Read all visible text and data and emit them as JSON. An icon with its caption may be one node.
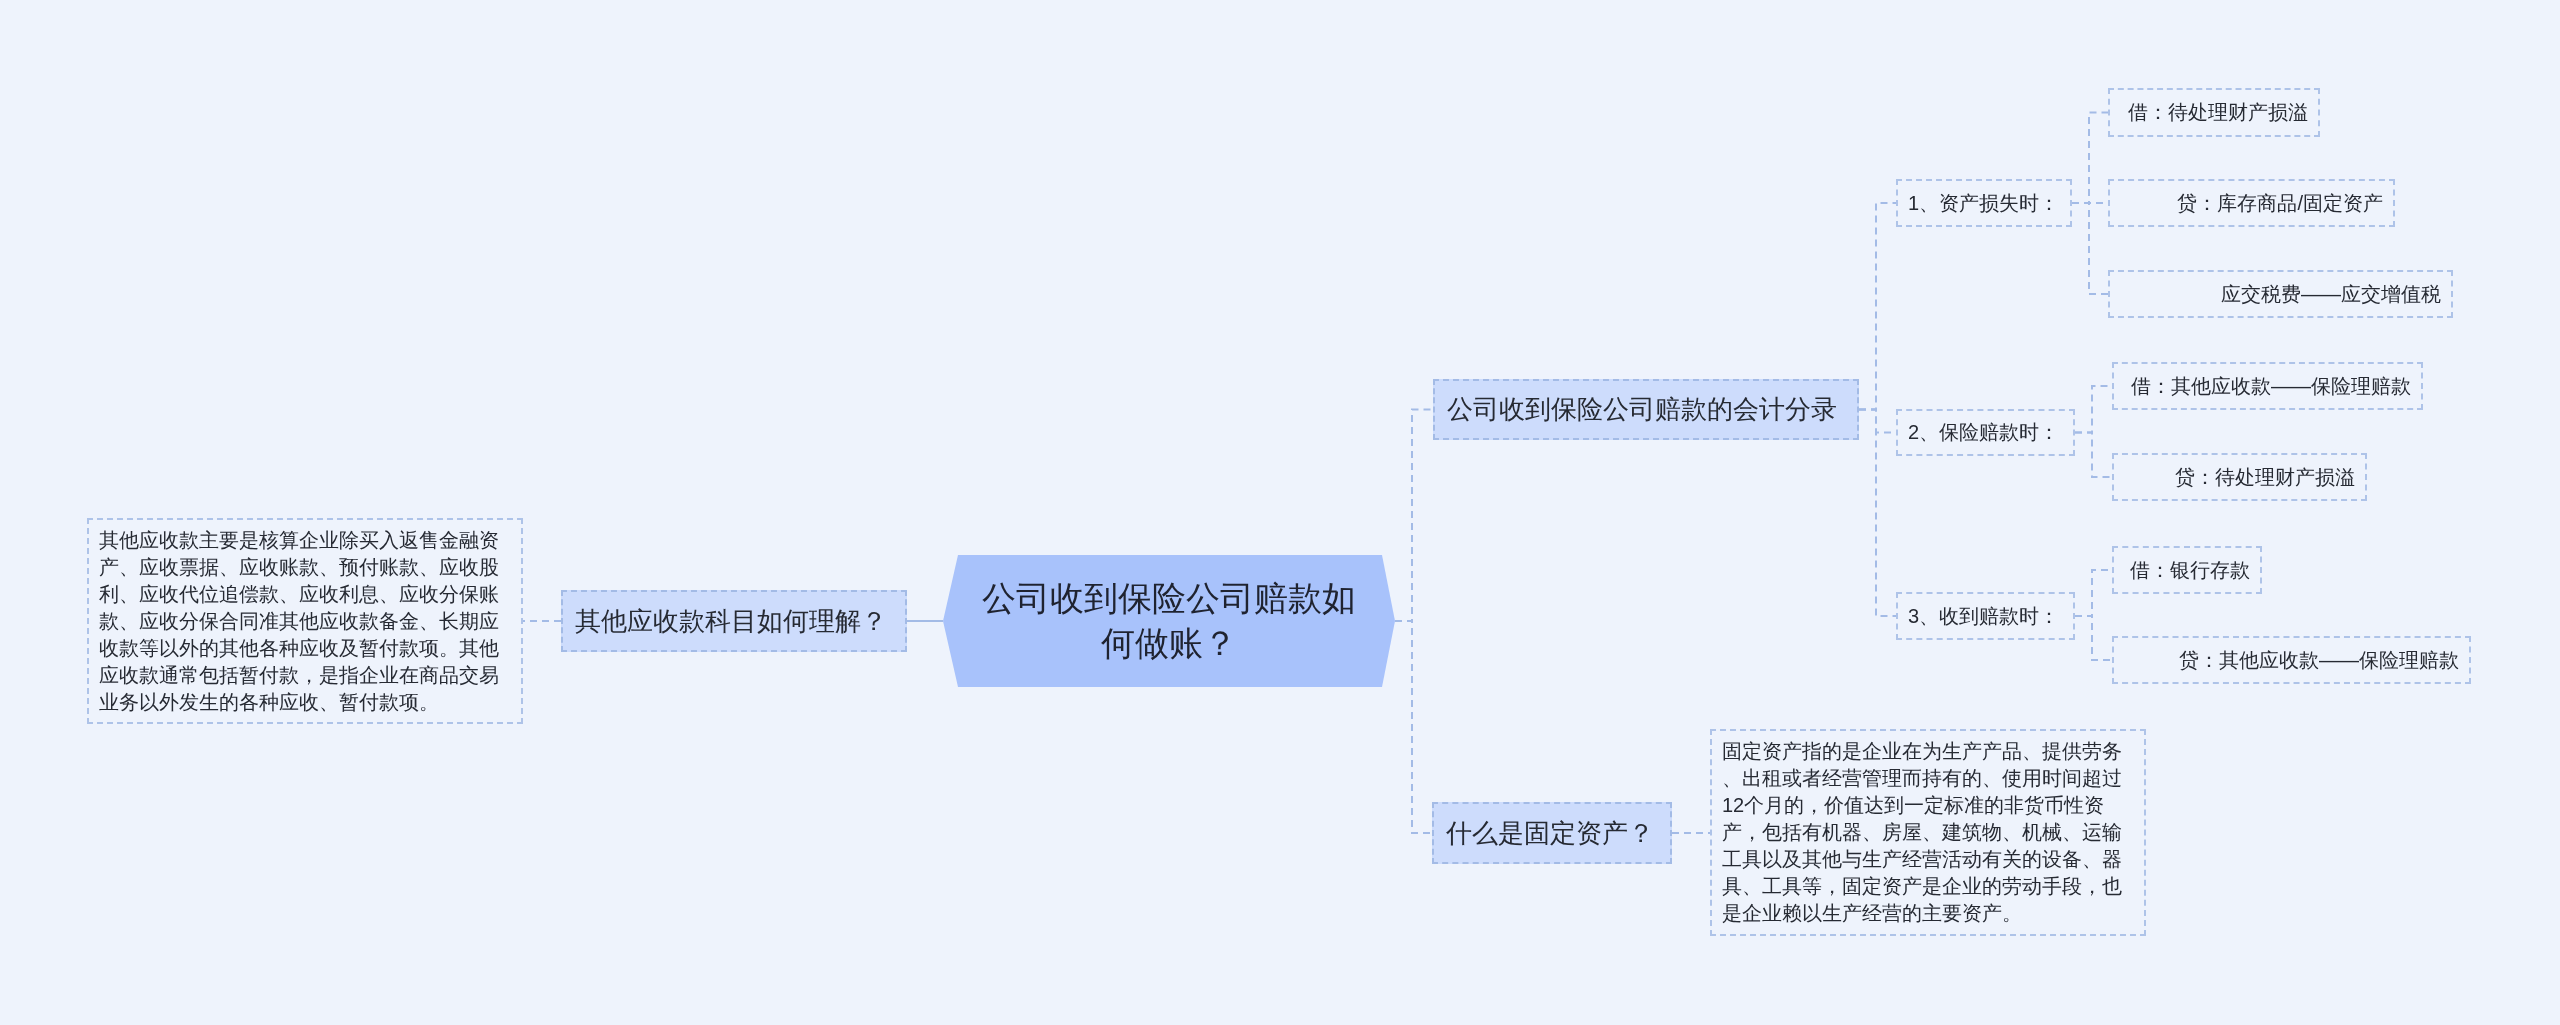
{
  "diagram": {
    "nodes": [
      {
        "text": [
          "公司收到保险公司赔款如何做账？"
        ]
      },
      {
        "text": [
          "其他应收款科目如何理解？"
        ]
      },
      {
        "text": [
          "其他应收款主要是核算企业除买入返售金融资产、应收票据、应收账款、预付账款、应收股利、应收代位追偿款、应收利息、应收分保账款、应收分保合同准其他应收款备金、长期应收款等以外的其他各种应收及暂付款项。其他应收款通常包括暂付款，是指企业在商品交易业务以外发生的各种应收、暂付款项。"
        ]
      },
      {
        "text": [
          "公司收到保险公司赔款的会计分录"
        ]
      },
      {
        "text": [
          "1、资产损失时："
        ]
      },
      {
        "text": [
          "借：待处理财产损溢"
        ]
      },
      {
        "text": [
          "贷：库存商品/固定资产"
        ]
      },
      {
        "text": [
          "应交税费——应交增值税"
        ]
      },
      {
        "text": [
          "2、保险赔款时："
        ]
      },
      {
        "text": [
          "借：其他应收款——保险理赔款"
        ]
      },
      {
        "text": [
          "贷：待处理财产损溢"
        ]
      },
      {
        "text": [
          "3、收到赔款时："
        ]
      },
      {
        "text": [
          "借：银行存款"
        ]
      },
      {
        "text": [
          "贷：其他应收款——保险理赔款"
        ]
      },
      {
        "text": [
          "什么是固定资产？"
        ]
      },
      {
        "text": [
          "固定资产指的是企业在为生产产品、提供劳务、出租或者经营管理而持有的、使用时间超过12个月的，价值达到一定标准的非货币性资产，包括有机器、房屋、建筑物、机械、运输工具以及其他与生产经营活动有关的设备、器具、工具等，固定资产是企业的劳动手段，也是企业赖以生产经营的主要资产。"
        ]
      }
    ],
    "edges": [
      {
        "from": 0,
        "to": 1,
        "arrow": "none"
      },
      {
        "from": 1,
        "to": 2,
        "arrow": "none",
        "style": "dashed"
      },
      {
        "from": 0,
        "to": 3,
        "arrow": "none",
        "style": "dashed"
      },
      {
        "from": 0,
        "to": 14,
        "arrow": "none",
        "style": "dashed"
      },
      {
        "from": 14,
        "to": 15,
        "arrow": "none",
        "style": "dashed"
      },
      {
        "from": 3,
        "to": 4,
        "arrow": "none",
        "style": "dashed"
      },
      {
        "from": 3,
        "to": 8,
        "arrow": "none",
        "style": "dashed"
      },
      {
        "from": 3,
        "to": 11,
        "arrow": "none",
        "style": "dashed"
      },
      {
        "from": 4,
        "to": 5,
        "arrow": "none",
        "style": "dashed"
      },
      {
        "from": 4,
        "to": 6,
        "arrow": "none",
        "style": "dashed"
      },
      {
        "from": 4,
        "to": 7,
        "arrow": "none",
        "style": "dashed"
      },
      {
        "from": 8,
        "to": 9,
        "arrow": "none",
        "style": "dashed"
      },
      {
        "from": 8,
        "to": 10,
        "arrow": "none",
        "style": "dashed"
      },
      {
        "from": 11,
        "to": 12,
        "arrow": "none",
        "style": "dashed"
      },
      {
        "from": 11,
        "to": 13,
        "arrow": "none",
        "style": "dashed"
      }
    ]
  }
}
